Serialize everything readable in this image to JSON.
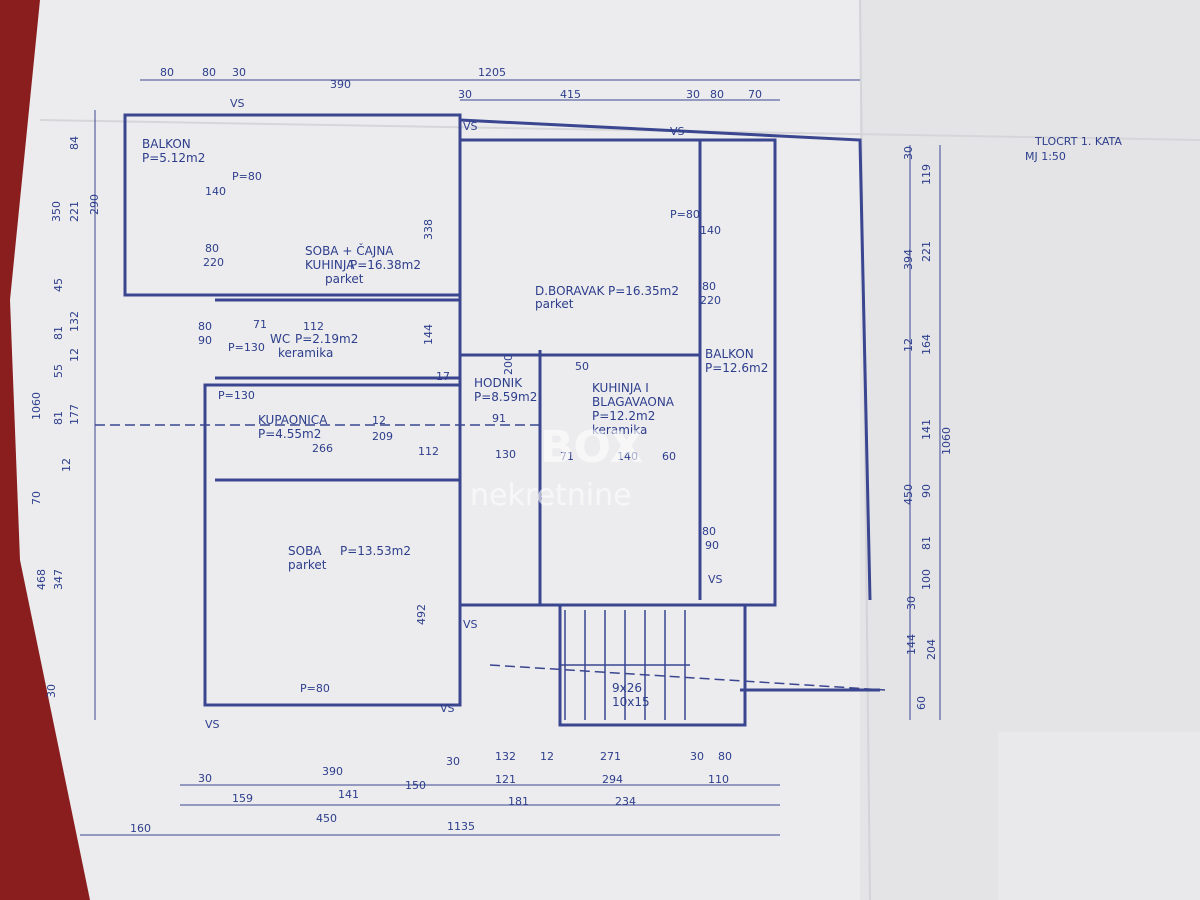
{
  "title_block": {
    "title": "TLOCRT 1. KATA",
    "scale": "MJ 1:50"
  },
  "watermark": {
    "brand": "BOX",
    "sub": "nekretnine"
  },
  "rooms": [
    {
      "name": "BALKON",
      "area": "P=5.12m2"
    },
    {
      "name": "SOBA + ČAJNA",
      "name2": "KUHINJA",
      "area": "P=16.38m2",
      "floor": "parket"
    },
    {
      "name": "D.BORAVAK",
      "area": "P=16.35m2",
      "floor": "parket"
    },
    {
      "name": "WC",
      "area": "P=2.19m2",
      "floor": "keramika"
    },
    {
      "name": "HODNIK",
      "area": "P=8.59m2"
    },
    {
      "name": "KUHINJA I",
      "name2": "BLAGAVAONA",
      "area": "P=12.2m2",
      "floor": "keramika"
    },
    {
      "name": "BALKON",
      "area": "P=12.6m2"
    },
    {
      "name": "KUPAONICA",
      "area": "P=4.55m2"
    },
    {
      "name": "SOBA",
      "area": "P=13.53m2",
      "floor": "parket"
    }
  ],
  "stairs_label": {
    "line1": "9x26",
    "line2": "10x15"
  },
  "top_dims_1": [
    "80",
    "80",
    "30",
    "390",
    "1205"
  ],
  "top_dims_2": [
    "30",
    "415",
    "30",
    "80",
    "70"
  ],
  "bottom_dims_1": [
    "30",
    "390",
    "30",
    "132",
    "12",
    "271",
    "30",
    "80"
  ],
  "bottom_dims_2": [
    "159",
    "141",
    "150",
    "121",
    "294",
    "110"
  ],
  "bottom_dims_3": [
    "181",
    "234"
  ],
  "bottom_dims_4": [
    "160",
    "450",
    "1135"
  ],
  "left_dims": [
    "84",
    "290",
    "221",
    "350",
    "45",
    "132",
    "81",
    "55",
    "12",
    "177",
    "81",
    "12",
    "1060",
    "70",
    "347",
    "468",
    "30"
  ],
  "right_dims": [
    "30",
    "119",
    "394",
    "221",
    "12",
    "164",
    "141",
    "1060",
    "450",
    "90",
    "81",
    "100",
    "30",
    "144",
    "204",
    "60"
  ],
  "inner_labels": {
    "p80": "P=80",
    "p130": "P=130",
    "d140": "140",
    "d80": "80",
    "d220": "220",
    "d209": "209",
    "d90": "90",
    "d71": "71",
    "d112": "112",
    "d338": "338",
    "d144": "144",
    "d266": "266",
    "d91": "91",
    "d130": "130",
    "d60": "60",
    "d50": "50",
    "d492": "492",
    "d200": "200",
    "d12": "12",
    "d17": "17"
  },
  "vs_label": "VS"
}
